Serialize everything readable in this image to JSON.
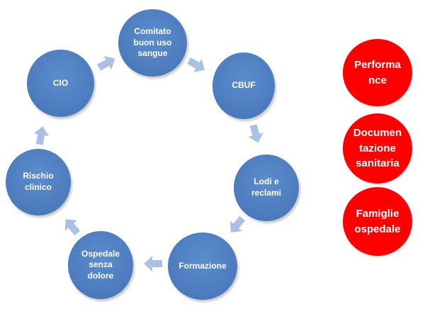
{
  "diagram": {
    "cycle": [
      {
        "label": "Comitato\nbuon uso\nsangue"
      },
      {
        "label": "CBUF"
      },
      {
        "label": "Lodi e\nreclami"
      },
      {
        "label": "Formazione"
      },
      {
        "label": "Ospedale\nsenza\ndolore"
      },
      {
        "label": "Rischio\nclinico"
      },
      {
        "label": "CIO"
      }
    ],
    "side": [
      {
        "label": "Performa\nnce"
      },
      {
        "label": "Documen\ntazione\nsanitaria"
      },
      {
        "label": "Famiglie\nospedale"
      }
    ],
    "colors": {
      "cycle_node": "#4b7bbd",
      "arrow": "#a9c1e3",
      "side_node": "#ff0000",
      "text": "#ffffff"
    },
    "arrow_icon": "chevron-arrow"
  }
}
